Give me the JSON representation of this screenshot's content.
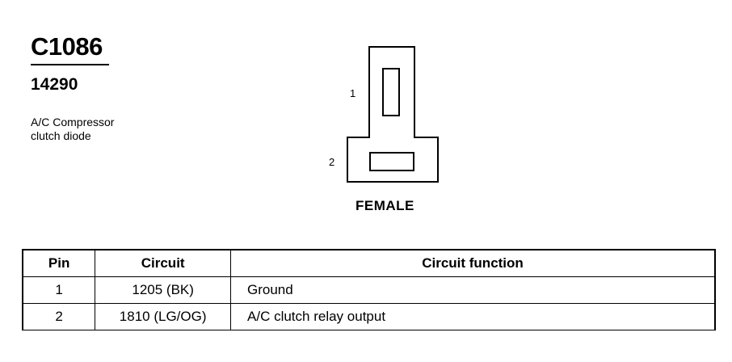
{
  "connector": {
    "id": "C1086",
    "part_number": "14290",
    "description": [
      "A/C Compressor",
      "clutch diode"
    ]
  },
  "diagram": {
    "pin_labels": [
      "1",
      "2"
    ],
    "view_label": "FEMALE"
  },
  "table": {
    "headers": [
      "Pin",
      "Circuit",
      "Circuit function"
    ],
    "rows": [
      {
        "pin": "1",
        "circuit": "1205 (BK)",
        "function": "Ground"
      },
      {
        "pin": "2",
        "circuit": "1810 (LG/OG)",
        "function": "A/C clutch relay output"
      }
    ]
  }
}
